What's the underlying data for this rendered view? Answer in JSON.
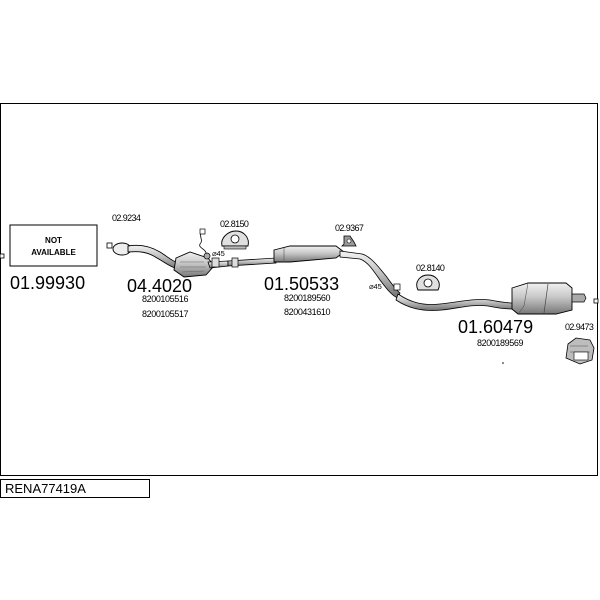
{
  "diagram": {
    "na_box": {
      "line1": "NOT",
      "line2": "AVAILABLE"
    },
    "parts": [
      {
        "id": "p1",
        "number": "01.99930",
        "oe": []
      },
      {
        "id": "p2",
        "number": "04.4020",
        "oe": [
          "8200105516",
          "8200105517"
        ]
      },
      {
        "id": "p3",
        "number": "01.50533",
        "oe": [
          "8200189560",
          "8200431610"
        ]
      },
      {
        "id": "p4",
        "number": "01.60479",
        "oe": [
          "8200189569"
        ]
      }
    ],
    "accessories": [
      {
        "id": "a1",
        "number": "02.9234"
      },
      {
        "id": "a2",
        "number": "02.8150"
      },
      {
        "id": "a3",
        "number": "02.9367"
      },
      {
        "id": "a4",
        "number": "02.8140"
      },
      {
        "id": "a5",
        "number": "02.9473"
      }
    ],
    "diameters": [
      {
        "id": "d1",
        "label": "⌀45"
      },
      {
        "id": "d2",
        "label": "⌀45"
      }
    ]
  },
  "footer": {
    "code": "RENA77419A"
  },
  "colors": {
    "line": "#000000",
    "part_fill": "#d8d8d8",
    "part_dark": "#8a8a8a"
  }
}
